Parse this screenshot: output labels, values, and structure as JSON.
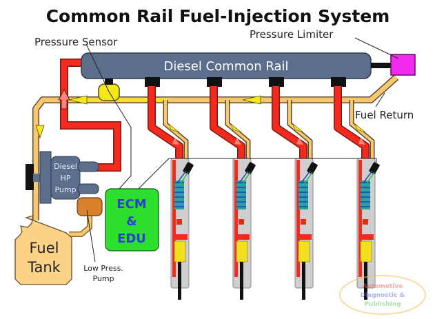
{
  "title": "Common Rail Fuel-Injection System",
  "labels": {
    "pressure_sensor": "Pressure Sensor",
    "pressure_limiter": "Pressure Limiter",
    "common_rail": "Diesel Common Rail",
    "fuel_return": "Fuel Return",
    "hp_pump": [
      "Diesel",
      "HP",
      "Pump"
    ],
    "ecm": [
      "ECM",
      "&",
      "EDU"
    ],
    "fuel_tank": [
      "Fuel",
      "Tank"
    ],
    "low_press_pump": [
      "Low Press.",
      "Pump"
    ]
  },
  "injector_count": 4,
  "watermark": [
    "Automotive",
    "Diagnostic &",
    "Publishing"
  ],
  "colors": {
    "high_pressure": "#f42a1e",
    "return_line": "#f8c870",
    "rail": "#5b6e8c",
    "limiter": "#f22af0",
    "sensor": "#f5e81a",
    "ecm": "#2ee02e",
    "ecm_text": "#2a3ed0",
    "low_press_pump": "#d9822b",
    "tank": "#fbd286"
  }
}
